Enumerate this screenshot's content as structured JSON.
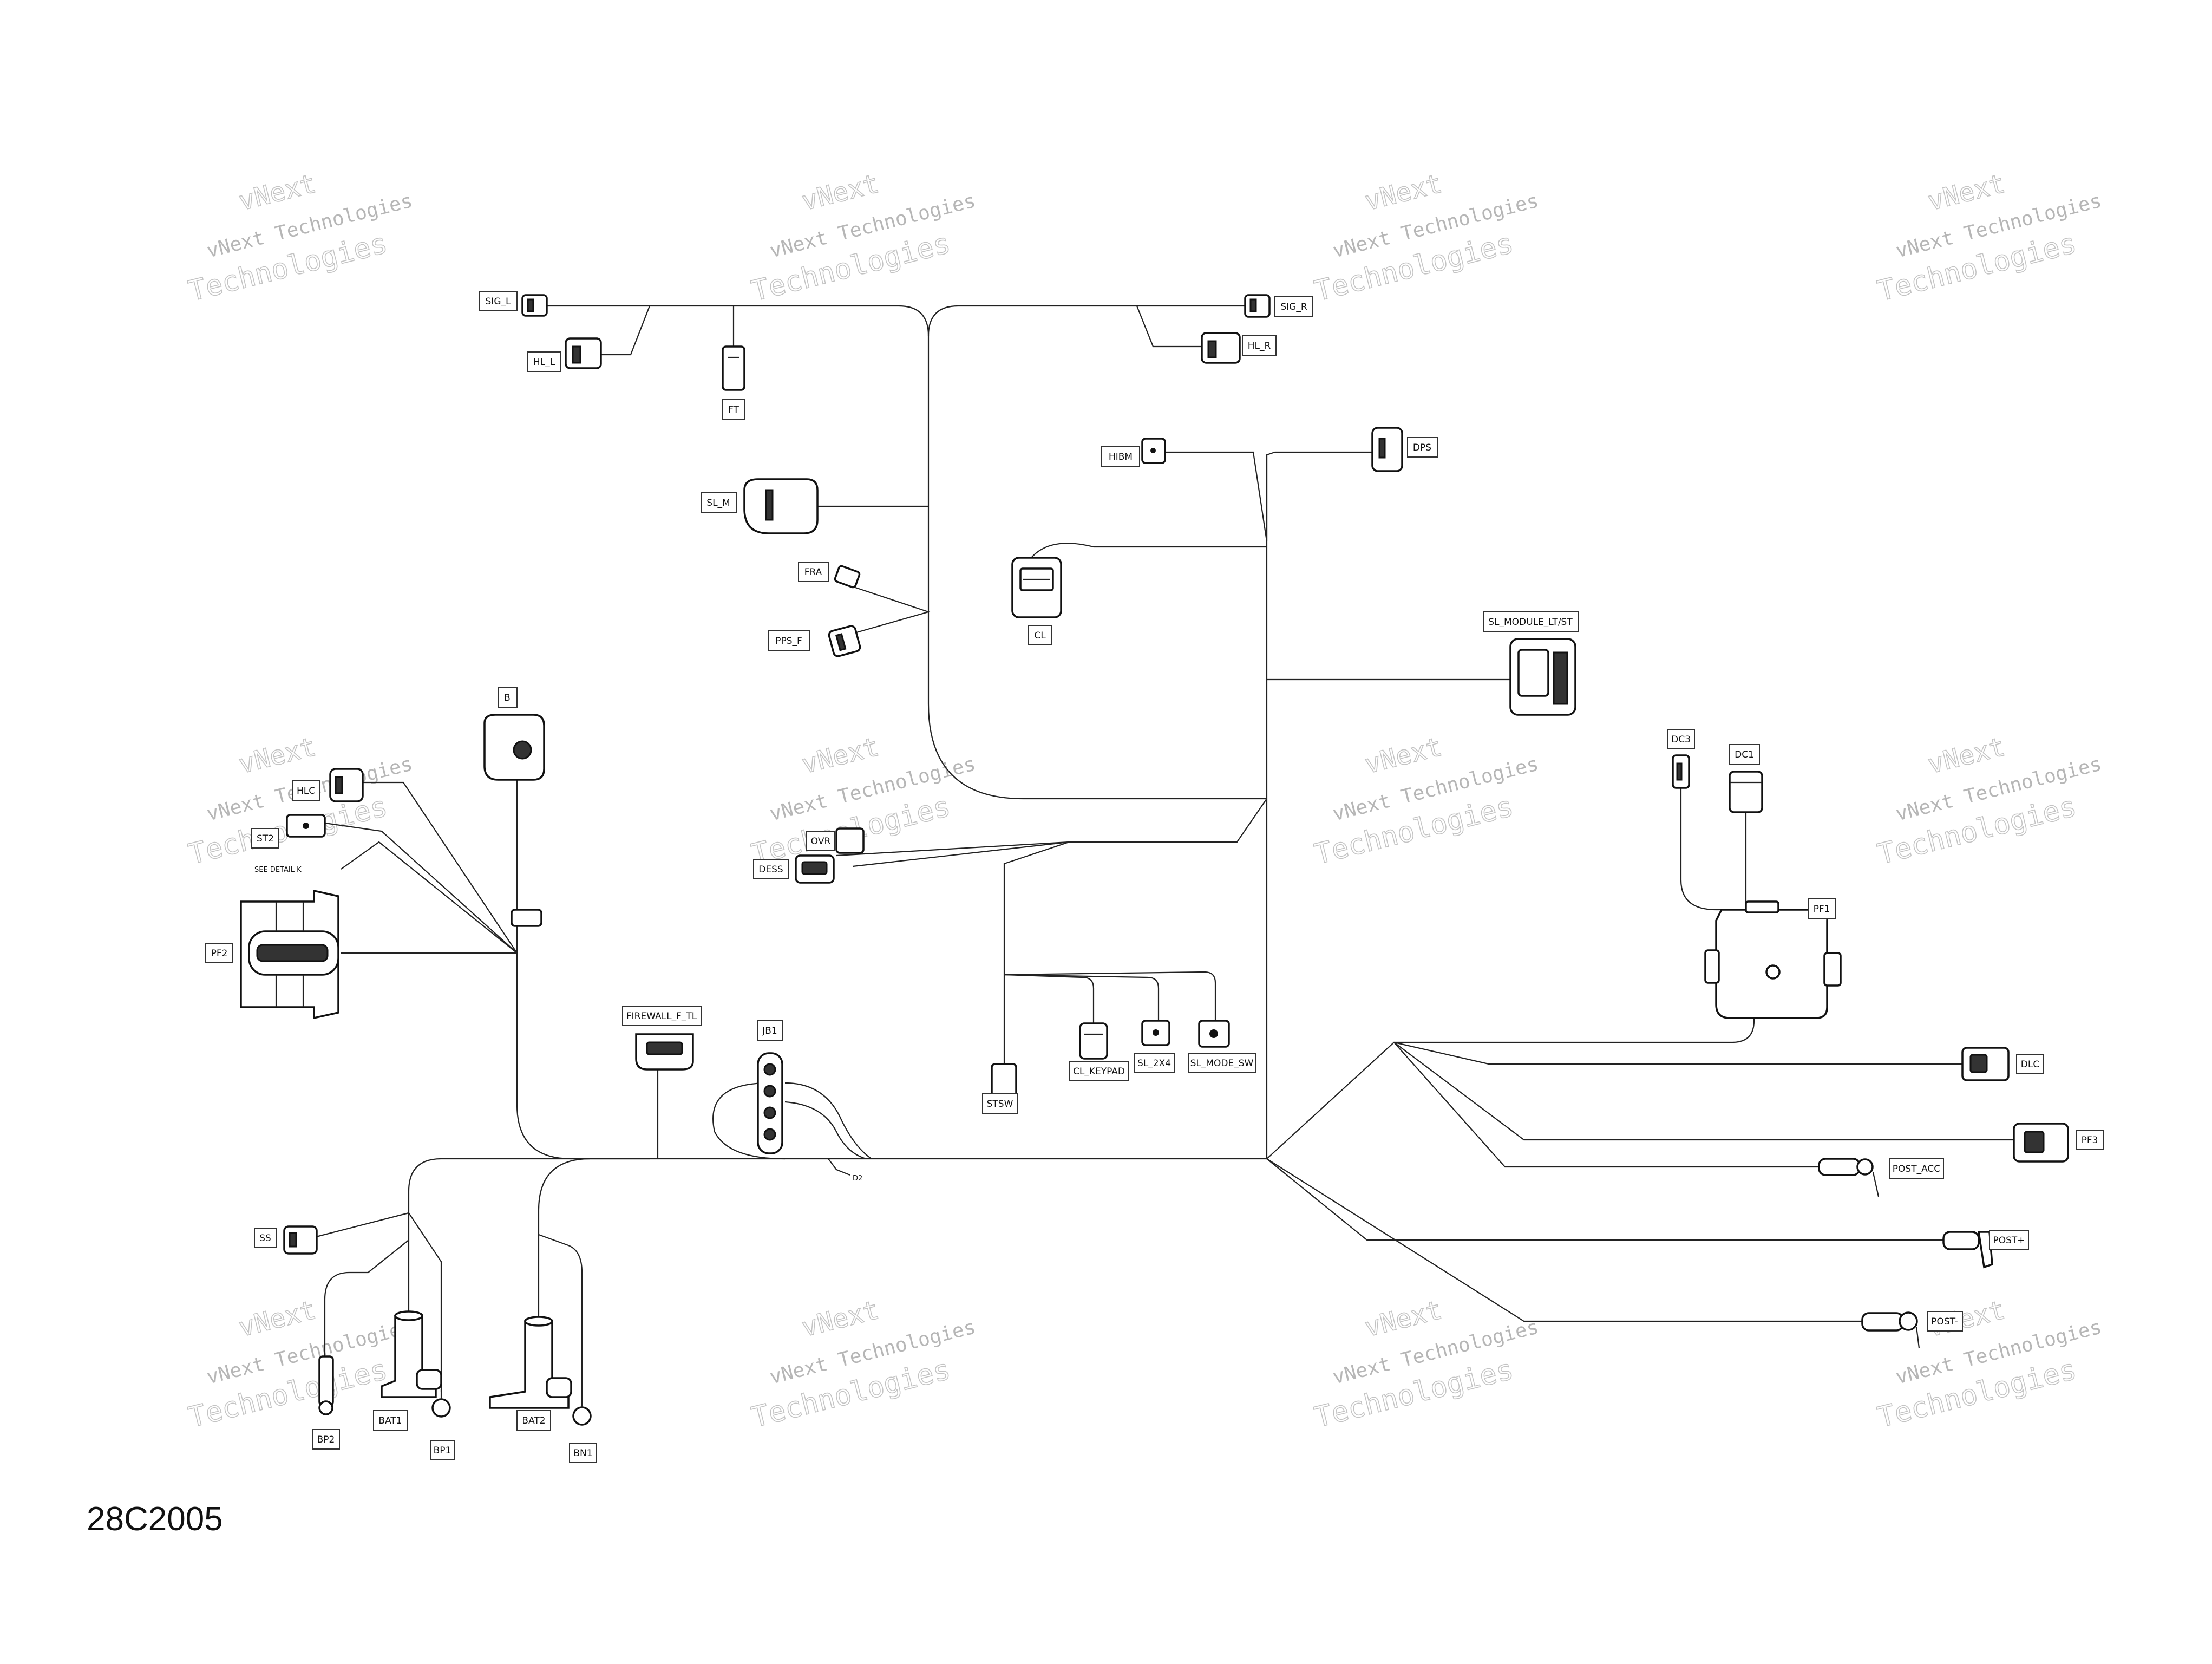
{
  "drawing_number": "28C2005",
  "see_detail_note": "SEE DETAIL K",
  "watermark": {
    "line1": "vNext",
    "line2": "vNext Technologies",
    "line3": "Technologies"
  },
  "connectors": [
    {
      "id": "sig_l",
      "label": "SIG_L"
    },
    {
      "id": "hl_l",
      "label": "HL_L"
    },
    {
      "id": "ft",
      "label": "FT"
    },
    {
      "id": "sig_r",
      "label": "SIG_R"
    },
    {
      "id": "hl_r",
      "label": "HL_R"
    },
    {
      "id": "hibm",
      "label": "HIBM"
    },
    {
      "id": "dps",
      "label": "DPS"
    },
    {
      "id": "sl_m",
      "label": "SL_M"
    },
    {
      "id": "fra",
      "label": "FRA"
    },
    {
      "id": "pps_f",
      "label": "PPS_F"
    },
    {
      "id": "cl",
      "label": "CL"
    },
    {
      "id": "sl_module",
      "label": "SL_MODULE_LT/ST"
    },
    {
      "id": "b",
      "label": "B"
    },
    {
      "id": "hlc",
      "label": "HLC"
    },
    {
      "id": "st2",
      "label": "ST2"
    },
    {
      "id": "pf2",
      "label": "PF2"
    },
    {
      "id": "dc3",
      "label": "DC3"
    },
    {
      "id": "dc1",
      "label": "DC1"
    },
    {
      "id": "pf1",
      "label": "PF1"
    },
    {
      "id": "ovr",
      "label": "OVR"
    },
    {
      "id": "dess",
      "label": "DESS"
    },
    {
      "id": "firewall",
      "label": "FIREWALL_F_TL"
    },
    {
      "id": "jb1",
      "label": "JB1"
    },
    {
      "id": "cl_keypad",
      "label": "CL_KEYPAD"
    },
    {
      "id": "sl_2x4",
      "label": "SL_2X4"
    },
    {
      "id": "sl_mode_sw",
      "label": "SL_MODE_SW"
    },
    {
      "id": "stsw",
      "label": "STSW"
    },
    {
      "id": "dlc",
      "label": "DLC"
    },
    {
      "id": "pf3",
      "label": "PF3"
    },
    {
      "id": "post_acc",
      "label": "POST_ACC"
    },
    {
      "id": "post_plus",
      "label": "POST+"
    },
    {
      "id": "post_minus",
      "label": "POST-"
    },
    {
      "id": "ss",
      "label": "SS"
    },
    {
      "id": "bp2",
      "label": "BP2"
    },
    {
      "id": "bat1",
      "label": "BAT1"
    },
    {
      "id": "bp1",
      "label": "BP1"
    },
    {
      "id": "bat2",
      "label": "BAT2"
    },
    {
      "id": "bn1",
      "label": "BN1"
    },
    {
      "id": "d2",
      "label": "D2"
    }
  ]
}
